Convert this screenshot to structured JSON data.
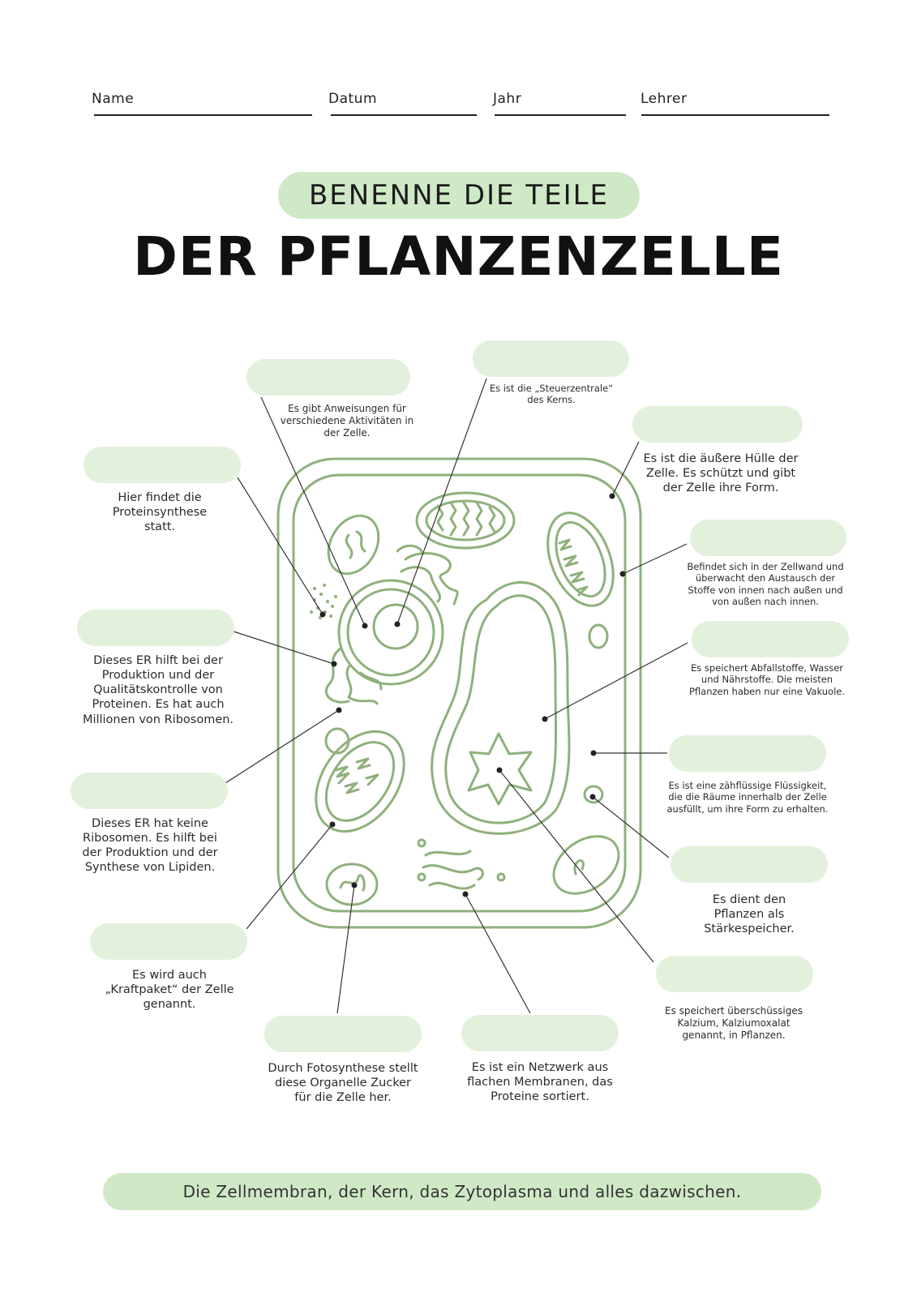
{
  "header": {
    "name_label": "Name",
    "date_label": "Datum",
    "year_label": "Jahr",
    "teacher_label": "Lehrer"
  },
  "subtitle": "BENENNE DIE TEILE",
  "title": "DER PFLANZENZELLE",
  "colors": {
    "accent": "#cfe9c6",
    "label_box": "#e3f1dc",
    "cell_stroke": "#8fb07c",
    "leader_line": "#333333"
  },
  "labels": [
    {
      "id": "nucleus",
      "text": "Es gibt Anweisungen für verschiedene Aktivitäten in der Zelle."
    },
    {
      "id": "nucleolus",
      "text": "Es ist die „Steuerzentrale“ des Kerns."
    },
    {
      "id": "cell_wall",
      "text": "Es ist die äußere Hülle der Zelle. Es schützt und gibt der Zelle ihre Form."
    },
    {
      "id": "ribosomes",
      "text": "Hier findet die Proteinsynthese statt."
    },
    {
      "id": "cell_membrane",
      "text": "Befindet sich in der Zellwand und überwacht den Austausch der Stoffe von innen nach außen und von außen nach innen."
    },
    {
      "id": "rough_er",
      "text": "Dieses ER hilft bei der Produktion und der Qualitätskontrolle von Proteinen. Es hat auch Millionen von Ribosomen."
    },
    {
      "id": "vacuole",
      "text": "Es speichert Abfallstoffe, Wasser und Nährstoffe. Die meisten Pflanzen haben nur eine Vakuole."
    },
    {
      "id": "smooth_er",
      "text": "Dieses ER hat keine Ribosomen. Es hilft bei der Produktion und der Synthese von Lipiden."
    },
    {
      "id": "cytoplasm",
      "text": "Es ist eine zähflüssige Flüssigkeit, die die Räume innerhalb der Zelle ausfüllt, um ihre Form zu erhalten."
    },
    {
      "id": "amyloplast",
      "text": "Es dient den Pflanzen als Stärkespeicher."
    },
    {
      "id": "mitochondrion",
      "text": "Es wird auch „Kraftpaket“ der Zelle genannt."
    },
    {
      "id": "calcium_crystal",
      "text": "Es speichert überschüssiges Kalzium, Kalziumoxalat genannt, in Pflanzen."
    },
    {
      "id": "chloroplast",
      "text": "Durch Fotosynthese stellt diese Organelle Zucker für die Zelle her."
    },
    {
      "id": "golgi",
      "text": "Es ist ein Netzwerk aus flachen Membranen, das Proteine sortiert."
    }
  ],
  "footer": "Die Zellmembran, der Kern, das Zytoplasma und alles dazwischen."
}
